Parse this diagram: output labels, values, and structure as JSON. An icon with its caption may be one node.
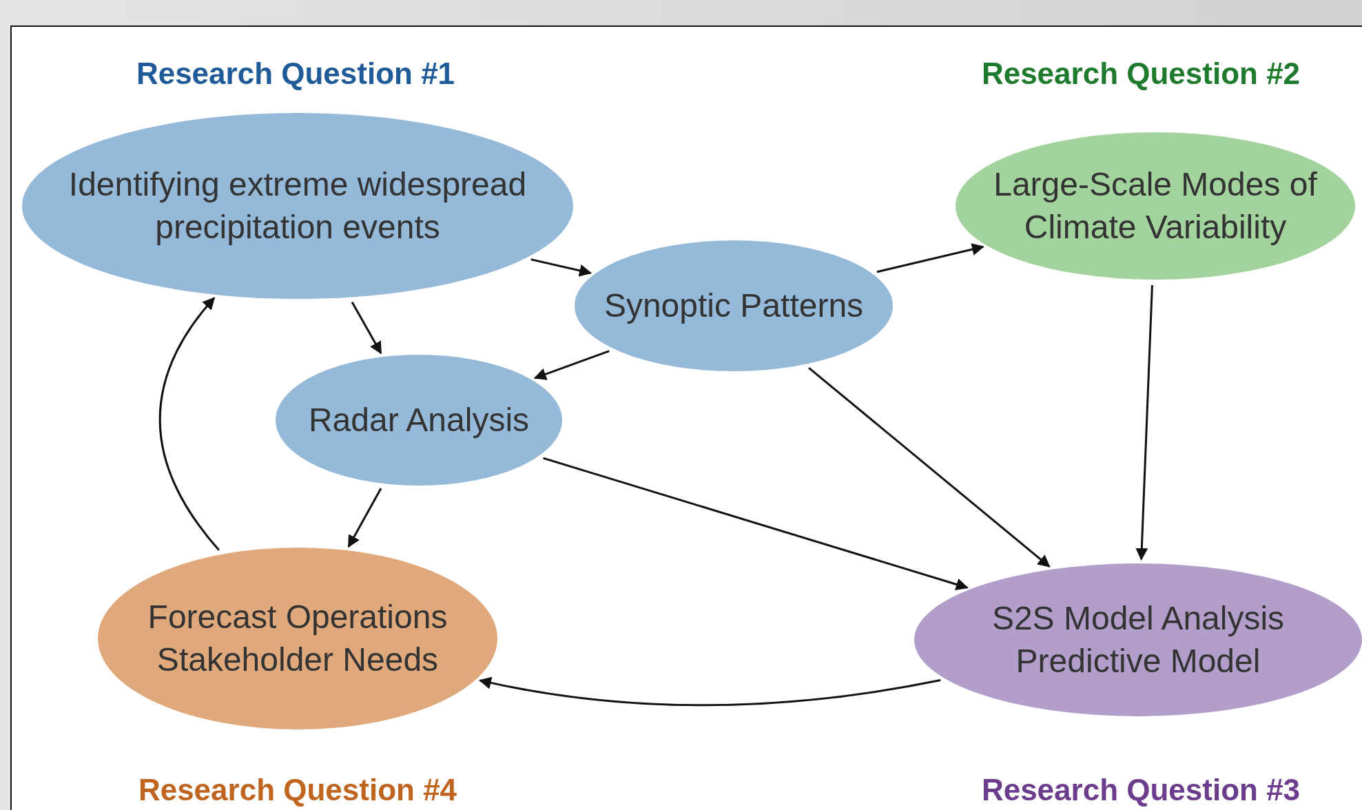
{
  "diagram": {
    "nodes": [
      {
        "text": [
          "Identifying extreme widespread precipitation events"
        ]
      },
      {
        "text": [
          "Synoptic Patterns"
        ]
      },
      {
        "text": [
          "Large-Scale Modes of Climate Variability"
        ]
      },
      {
        "text": [
          "Radar Analysis"
        ]
      },
      {
        "text": [
          "Forecast Operations Stakeholder Needs"
        ]
      },
      {
        "text": [
          "S2S Model Analysis Predictive Model"
        ]
      }
    ],
    "edges": [
      {
        "from": 0,
        "to": 1,
        "arrow": "to"
      },
      {
        "from": 0,
        "to": 3,
        "arrow": "to"
      },
      {
        "from": 1,
        "to": 2,
        "arrow": "to"
      },
      {
        "from": 1,
        "to": 3,
        "arrow": "to"
      },
      {
        "from": 1,
        "to": 5,
        "arrow": "to"
      },
      {
        "from": 2,
        "to": 5,
        "arrow": "to"
      },
      {
        "from": 3,
        "to": 5,
        "arrow": "to"
      },
      {
        "from": 3,
        "to": 4,
        "arrow": "to"
      },
      {
        "from": 5,
        "to": 4,
        "arrow": "to"
      },
      {
        "from": 4,
        "to": 0,
        "arrow": "to"
      }
    ],
    "labels": [
      "Research Question #1",
      "Research Question #2",
      "Research Question #4",
      "Research Question #3"
    ]
  }
}
